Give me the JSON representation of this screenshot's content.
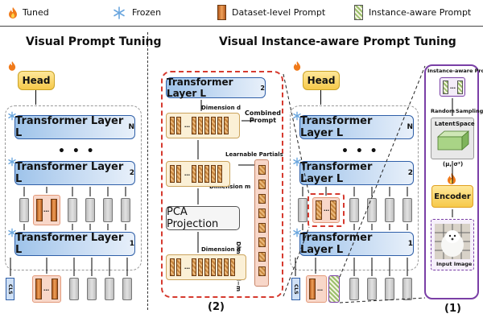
{
  "legend": {
    "tuned": "Tuned",
    "frozen": "Frozen",
    "dataset_prompt": "Dataset-level Prompt",
    "instance_prompt": "Instance-aware Prompt"
  },
  "left": {
    "title": "Visual Prompt Tuning",
    "head": "Head",
    "layer_n": "Transformer Layer L",
    "layer_n_sub": "N",
    "layer_2": "Transformer Layer L",
    "layer_2_sub": "2",
    "layer_1": "Transformer Layer L",
    "layer_1_sub": "1",
    "dots": "• • •",
    "cls": "CLS"
  },
  "center": {
    "layer_2": "Transformer Layer L",
    "layer_2_sub": "2",
    "dim_d_top": "Dimension d",
    "combined_prompt": "Combined\nPrompt",
    "learnable_partials": "Learnable Partials",
    "dim_m": "Dimension m",
    "pca": "PCA Projection",
    "dim_d_bottom": "Dimension d",
    "dim_dm": "Dimension d−m",
    "label": "(2)"
  },
  "right": {
    "title": "Visual Instance-aware Prompt Tuning",
    "head": "Head",
    "layer_n": "Transformer Layer L",
    "layer_n_sub": "N",
    "layer_2": "Transformer Layer L",
    "layer_2_sub": "2",
    "layer_1": "Transformer Layer L",
    "layer_1_sub": "1",
    "dots": "• • •",
    "cls": "CLS"
  },
  "encoder_panel": {
    "instance_prompt": "Instance-aware Prompt",
    "random": "Random",
    "sampling": "Sampling",
    "latent": "Latent",
    "space": "Space",
    "mu_sigma": "(μ, σ²)",
    "encoder": "Encoder",
    "input_image": "Input Image",
    "label": "(1)"
  }
}
